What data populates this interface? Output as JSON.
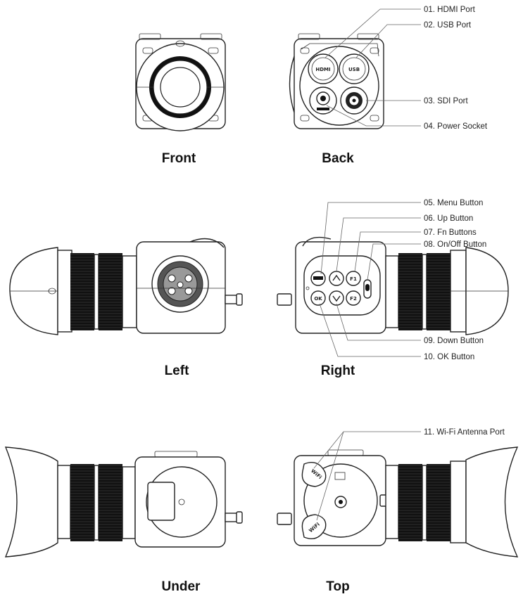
{
  "views": {
    "front": "Front",
    "back": "Back",
    "left": "Left",
    "right": "Right",
    "under": "Under",
    "top": "Top"
  },
  "callouts": {
    "hdmi_port": "01. HDMI Port",
    "usb_port": "02. USB Port",
    "sdi_port": "03. SDI Port",
    "power_socket": "04. Power Socket",
    "menu_button": "05. Menu Button",
    "up_button": "06. Up Button",
    "fn_buttons": "07. Fn Buttons",
    "onoff_button": "08. On/Off Button",
    "down_button": "09. Down Button",
    "ok_button": "10. OK Button",
    "wifi_antenna_port": "11. Wi-Fi Antenna Port"
  },
  "panel_labels": {
    "hdmi": "HDMI",
    "usb": "USB",
    "ok": "OK",
    "f1": "F1",
    "f2": "F2",
    "wifi": "WiFi"
  }
}
